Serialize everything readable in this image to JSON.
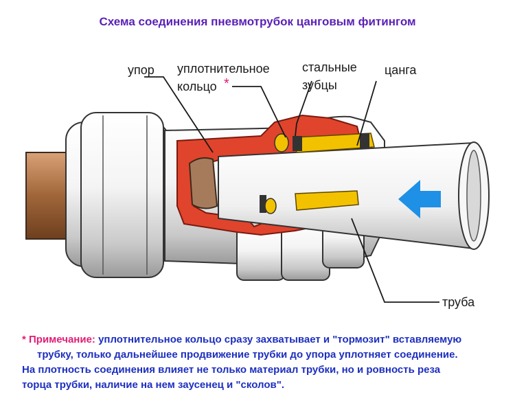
{
  "title": "Схема соединения пневмотрубок цанговым фитингом",
  "labels": {
    "stop": "упор",
    "seal_line1": "уплотнительное",
    "seal_line2": "кольцо",
    "seal_star": "*",
    "teeth_line1": "стальные",
    "teeth_line2": "зубцы",
    "collet": "цанга",
    "tube": "труба"
  },
  "note": {
    "prefix": "* Примечание:",
    "line1": "уплотнительное кольцо сразу захватывает и \"тормозит\" вставляемую",
    "line2": "трубку, только дальнейшее продвижение трубки до упора уплотняет соединение.",
    "line3": "На плотность соединения влияет не только материал трубки, но и ровность реза",
    "line4": "торца трубки, наличие на нем заусенец и \"сколов\"."
  },
  "colors": {
    "title": "#5b21b6",
    "note_text": "#1d2fbf",
    "note_prefix": "#e11d74",
    "body_red": "#e0442c",
    "collet_yellow": "#f2c200",
    "arrow_blue": "#1e90e6",
    "pipe_brown": "#a0663a"
  },
  "icons": {
    "flow_arrow": "arrow-left-icon"
  }
}
